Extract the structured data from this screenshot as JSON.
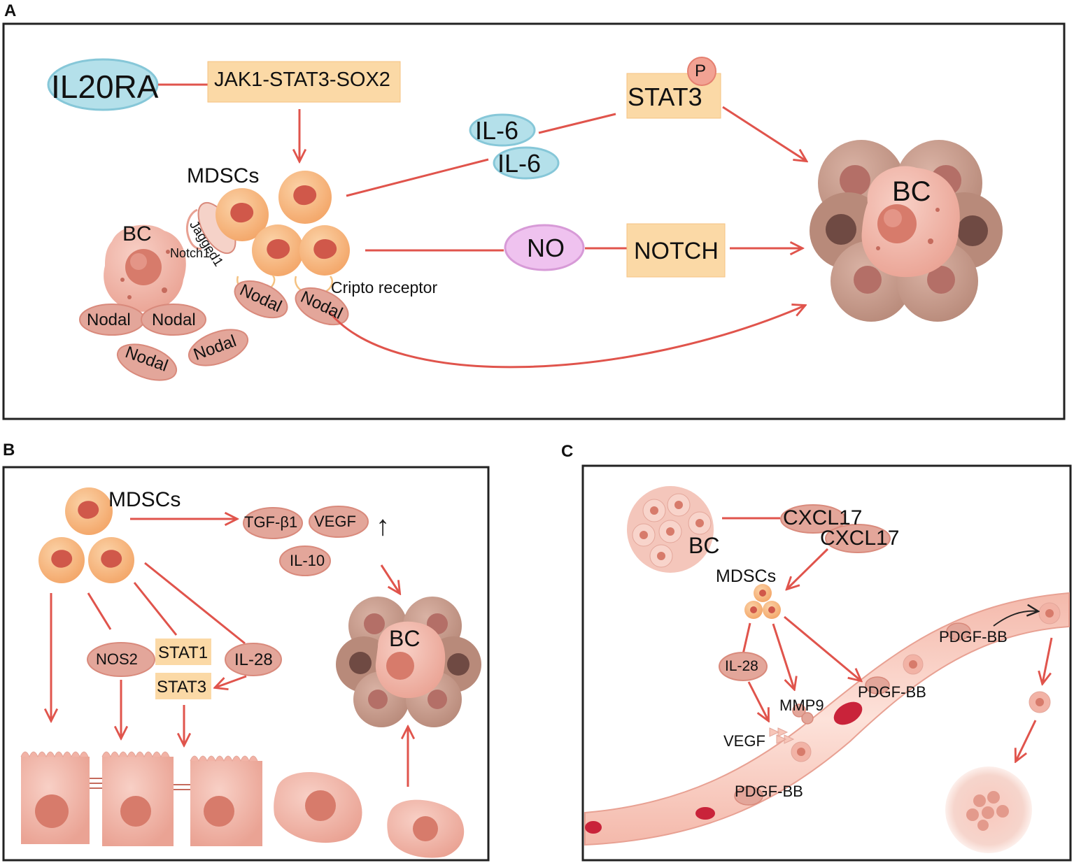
{
  "panels": {
    "a": {
      "letter": "A"
    },
    "b": {
      "letter": "B"
    },
    "c": {
      "letter": "C"
    }
  },
  "colors": {
    "arrow": "#e0544c",
    "box_fill": "#fbd9a6",
    "blue_oval": "#b4e0ea",
    "blue_stroke": "#86c7d8",
    "pink_oval": "#e3a69a",
    "purple_oval": "#efc2ef",
    "cell_orange": "#f6b279",
    "cell_pink": "#f2b3a6",
    "nucleus": "#d0584a"
  },
  "panel_a": {
    "il20ra": "IL20RA",
    "jak_box": "JAK1-STAT3-SOX2",
    "mdscs": "MDSCs",
    "bc_small": "BC",
    "jagged1": "Jagged1",
    "notch1": "Notch1",
    "nodal": "Nodal",
    "cripto": "Cripto receptor",
    "il6": "IL-6",
    "stat3": "STAT3",
    "p": "P",
    "no": "NO",
    "notch": "NOTCH",
    "bc_large": "BC"
  },
  "panel_b": {
    "mdscs": "MDSCs",
    "tgf": "TGF-β1",
    "vegf": "VEGF",
    "il10": "IL-10",
    "up_arrow": "↑",
    "nos2": "NOS2",
    "stat1": "STAT1",
    "stat3": "STAT3",
    "il28": "IL-28",
    "bc": "BC"
  },
  "panel_c": {
    "bc": "BC",
    "cxcl17": "CXCL17",
    "mdscs": "MDSCs",
    "il28": "IL-28",
    "mmp9": "MMP9",
    "vegf": "VEGF",
    "pdgf": "PDGF-BB"
  }
}
